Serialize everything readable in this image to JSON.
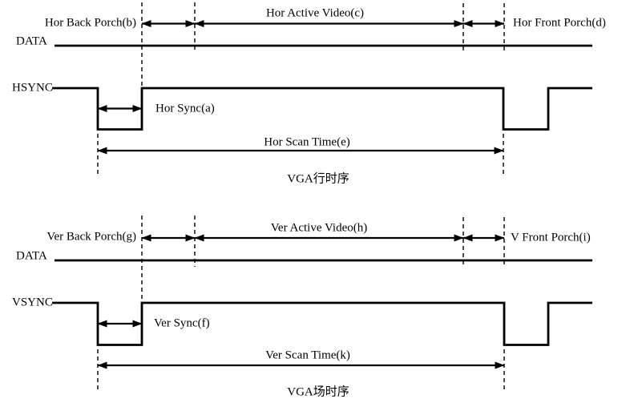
{
  "colors": {
    "line": "#000000",
    "background": "#ffffff"
  },
  "horizontal_timing": {
    "back_porch": "Hor Back Porch(b)",
    "active_video": "Hor Active Video(c)",
    "front_porch": "Hor Front Porch(d)",
    "data_signal": "DATA",
    "sync_signal": "HSYNC",
    "sync_width": "Hor Sync(a)",
    "scan_time": "Hor Scan Time(e)",
    "caption": "VGA行时序"
  },
  "vertical_timing": {
    "back_porch": "Ver Back Porch(g)",
    "active_video": "Ver Active Video(h)",
    "front_porch": "V Front Porch(i)",
    "data_signal": "DATA",
    "sync_signal": "VSYNC",
    "sync_width": "Ver Sync(f)",
    "scan_time": "Ver Scan Time(k)",
    "caption": "VGA场时序"
  }
}
